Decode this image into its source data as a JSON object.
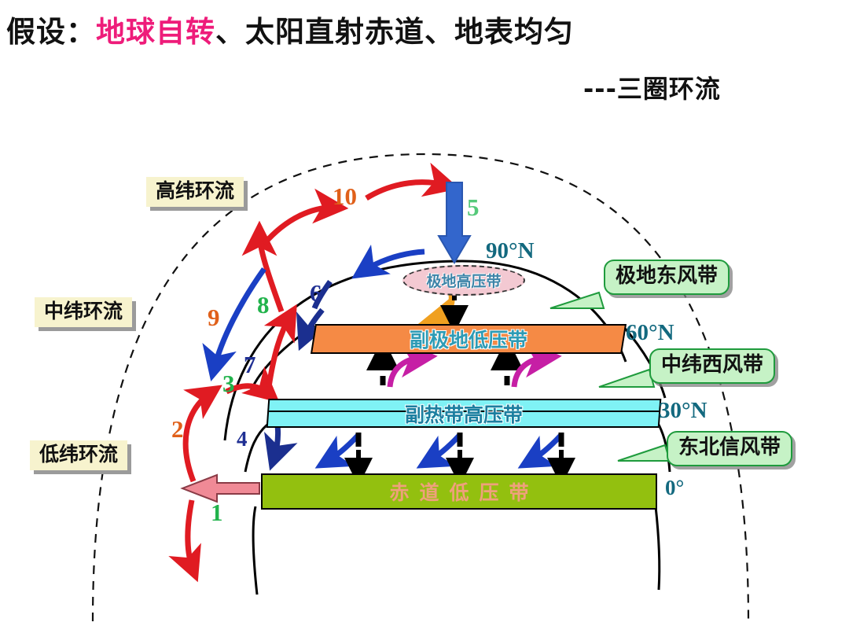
{
  "header": {
    "title_prefix": "假设：",
    "title_highlight": "地球自转",
    "title_rest": "、太阳直射赤道、地表均匀",
    "highlight_color": "#ee1c7a",
    "subtitle": "---三圈环流"
  },
  "cell_labels": [
    {
      "id": "high-lat",
      "text": "高纬环流"
    },
    {
      "id": "mid-lat",
      "text": "中纬环流"
    },
    {
      "id": "low-lat",
      "text": "低纬环流"
    }
  ],
  "wind_callouts": [
    {
      "id": "polar-easterlies",
      "text": "极地东风带"
    },
    {
      "id": "westerlies",
      "text": "中纬西风带"
    },
    {
      "id": "ne-trades",
      "text": "东北信风带"
    }
  ],
  "pressure_belts": [
    {
      "id": "polar-high",
      "text": "极地高压带",
      "fill": "#f3c9d2",
      "text_color": "#3e84a8"
    },
    {
      "id": "subpolar-low",
      "text": "副极地低压带",
      "fill": "#f58a45",
      "text_color": "#2e9bb5"
    },
    {
      "id": "subtropic-high",
      "text": "副热带高压带",
      "fill": "#7ff2f5",
      "text_color": "#1b7fa0"
    },
    {
      "id": "equator-low",
      "text": "赤道低压带",
      "fill": "#93c00f",
      "text_color": "#efa07c"
    }
  ],
  "latitudes": [
    {
      "id": "lat-90",
      "value": "90",
      "unit": "o",
      "hemisphere": "N",
      "label": "90°N"
    },
    {
      "id": "lat-60",
      "value": "60",
      "unit": "o",
      "hemisphere": "N",
      "label": "60°N"
    },
    {
      "id": "lat-30",
      "value": "30",
      "unit": "o",
      "hemisphere": "N",
      "label": "30°N"
    },
    {
      "id": "lat-0",
      "value": "0",
      "unit": "o",
      "hemisphere": "",
      "label": "0°"
    }
  ],
  "step_numbers": [
    {
      "n": "1",
      "color": "#22b34c"
    },
    {
      "n": "2",
      "color": "#e0601a"
    },
    {
      "n": "3",
      "color": "#22b34c"
    },
    {
      "n": "4",
      "color": "#1f2f93"
    },
    {
      "n": "5",
      "color": "#55c97a"
    },
    {
      "n": "6",
      "color": "#1f2f93"
    },
    {
      "n": "7",
      "color": "#1f2f93"
    },
    {
      "n": "8",
      "color": "#22b34c"
    },
    {
      "n": "9",
      "color": "#e0601a"
    },
    {
      "n": "10",
      "color": "#e0601a"
    }
  ],
  "colors": {
    "red_arrow": "#e01b22",
    "blue_arrow": "#1a3fc4",
    "navy_arrow": "#1b2f8f",
    "magenta_arrow": "#c61fa5",
    "orange_arrow": "#f0a020",
    "pink_arrow": "#f08a96",
    "black": "#000000",
    "callout_fill": "#c6f2c6",
    "callout_border": "#1f9b3d",
    "cell_label_fill": "#f7f3ce",
    "latitude_text": "#13697f"
  }
}
